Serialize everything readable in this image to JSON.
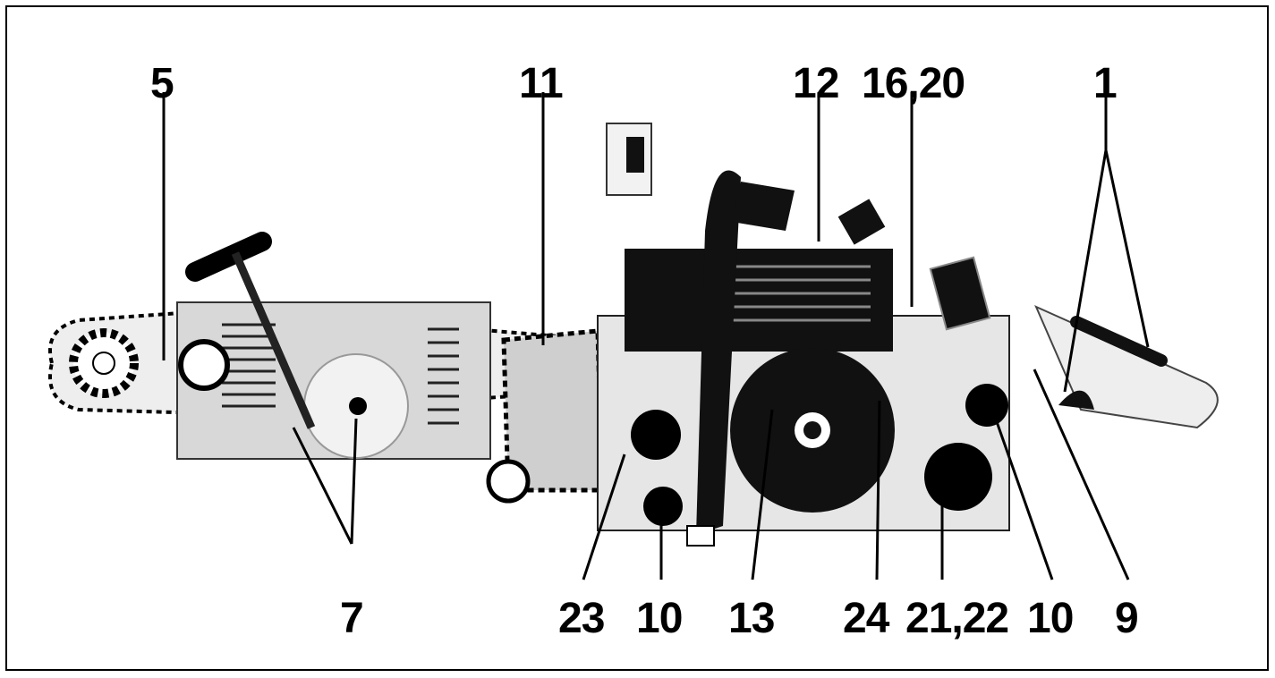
{
  "figure": {
    "kind": "exploded photo with numbered callouts",
    "colors": {
      "ink": "#000000",
      "paper": "#ffffff",
      "metal": "#d9d9d9",
      "dark": "#1a1a1a"
    },
    "callouts_top": [
      {
        "id": "c5",
        "label": "5"
      },
      {
        "id": "c11",
        "label": "11"
      },
      {
        "id": "c12",
        "label": "12"
      },
      {
        "id": "c16",
        "label": "16,20"
      },
      {
        "id": "c1",
        "label": "1"
      }
    ],
    "callouts_bottom": [
      {
        "id": "c7",
        "label": "7"
      },
      {
        "id": "c23",
        "label": "23"
      },
      {
        "id": "c10a",
        "label": "10"
      },
      {
        "id": "c13",
        "label": "13"
      },
      {
        "id": "c24",
        "label": "24"
      },
      {
        "id": "c21",
        "label": "21,22"
      },
      {
        "id": "c10b",
        "label": "10"
      },
      {
        "id": "c9",
        "label": "9"
      }
    ]
  }
}
